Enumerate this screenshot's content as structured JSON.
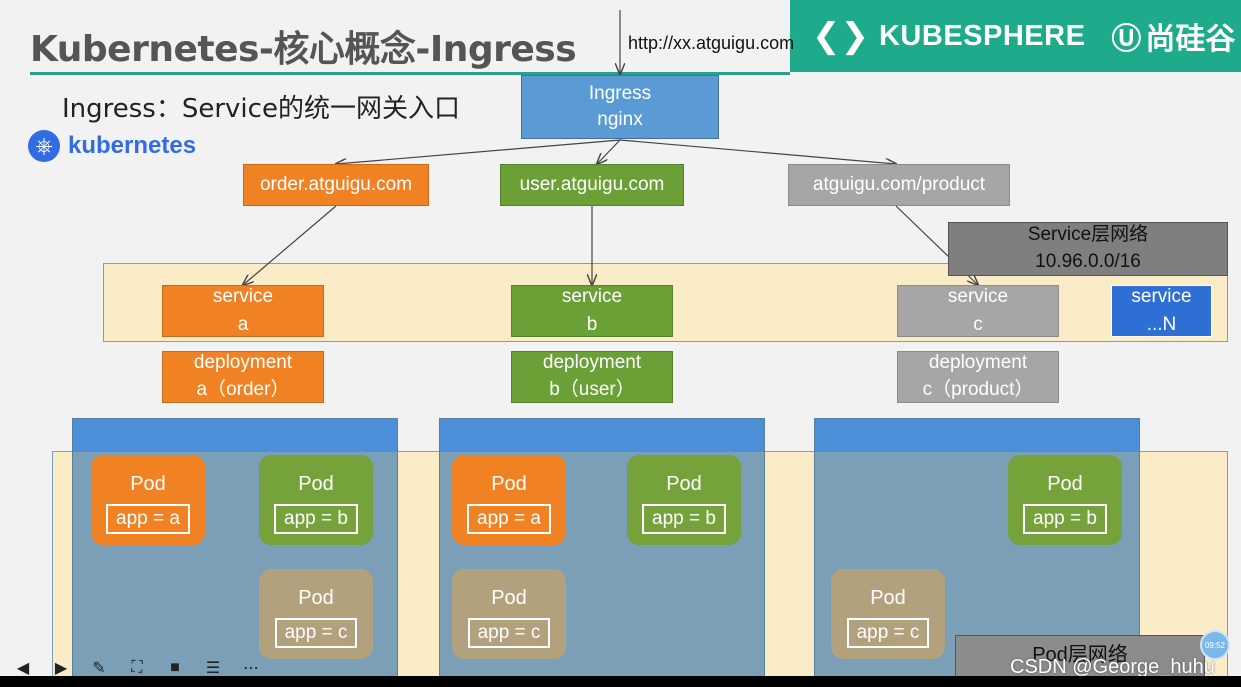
{
  "slide": {
    "title": "Kubernetes-核心概念-Ingress",
    "subtitle": "Ingress：Service的统一网关入口",
    "k8s_logo_text": "kubernetes",
    "banner": {
      "brand": "KUBESPHERE",
      "partner": "尚硅谷"
    },
    "url": "http://xx.atguigu.com"
  },
  "ingress": {
    "line1": "Ingress",
    "line2": "nginx"
  },
  "routes": [
    "order.atguigu.com",
    "user.atguigu.com",
    "atguigu.com/product"
  ],
  "service_network": {
    "line1": "Service层网络",
    "line2": "10.96.0.0/16"
  },
  "services": [
    {
      "line1": "service",
      "line2": "a"
    },
    {
      "line1": "service",
      "line2": "b"
    },
    {
      "line1": "service",
      "line2": "c"
    },
    {
      "line1": "service",
      "line2": "...N"
    }
  ],
  "deployments": [
    {
      "line1": "deployment",
      "line2": "a（order）"
    },
    {
      "line1": "deployment",
      "line2": "b（user）"
    },
    {
      "line1": "deployment",
      "line2": "c（product）"
    }
  ],
  "pods": [
    {
      "label": "Pod",
      "app": "app = a"
    },
    {
      "label": "Pod",
      "app": "app = b"
    },
    {
      "label": "Pod",
      "app": "app = c"
    },
    {
      "label": "Pod",
      "app": "app = a"
    },
    {
      "label": "Pod",
      "app": "app = b"
    },
    {
      "label": "Pod",
      "app": "app = c"
    },
    {
      "label": "Pod",
      "app": "app = b"
    },
    {
      "label": "Pod",
      "app": "app = c"
    }
  ],
  "pod_network": {
    "label": "Pod层网络"
  },
  "watermark": "CSDN @George_huhu",
  "clock": "09:52",
  "colors": {
    "banner": "#1dab8b",
    "orange": "#f08224",
    "green": "#6aa036",
    "gray": "#a6a6a6",
    "blue": "#5b9bd5"
  },
  "toolbar_icons": [
    "prev-icon",
    "play-icon",
    "pen-icon",
    "zoom-icon",
    "video-icon",
    "subtitle-icon",
    "more-icon"
  ]
}
